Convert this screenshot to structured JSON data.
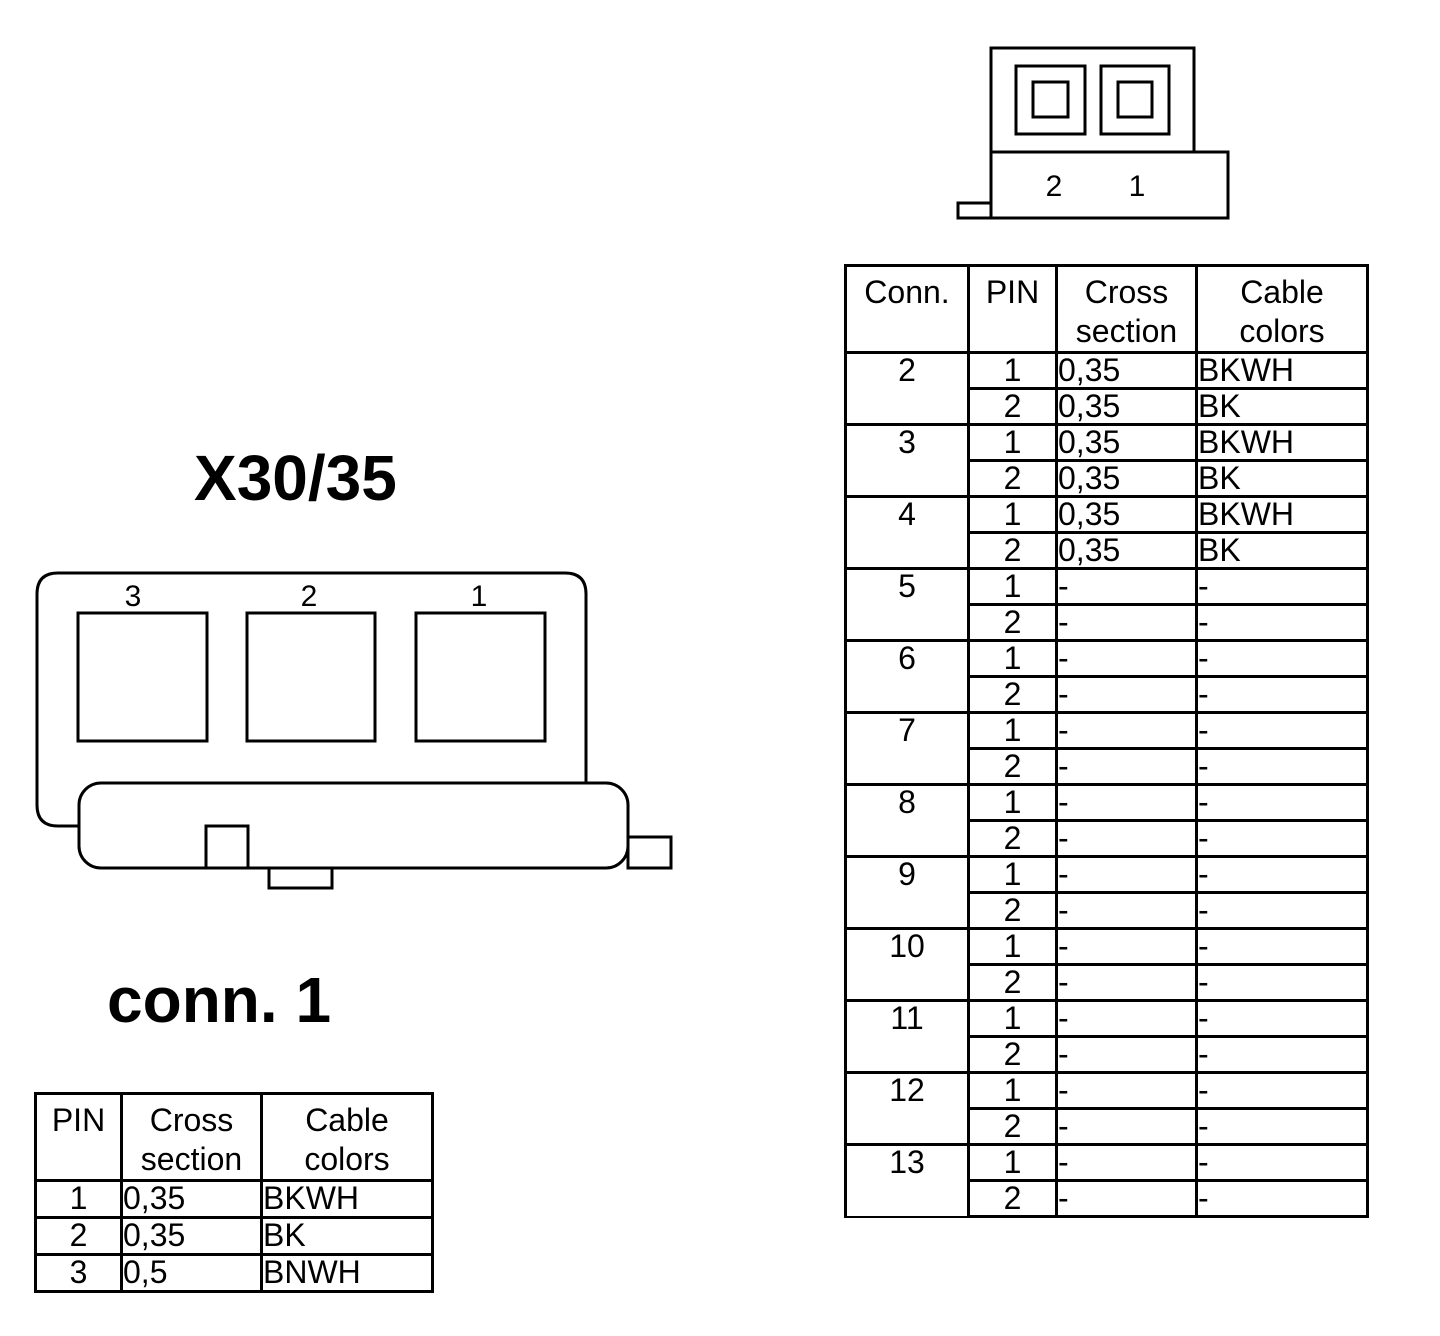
{
  "top_connector": {
    "pin_labels": [
      "2",
      "1"
    ]
  },
  "left_connector": {
    "title": "X30/35",
    "pin_labels": [
      "3",
      "2",
      "1"
    ],
    "subtitle": "conn. 1"
  },
  "small_table": {
    "headers": [
      "PIN",
      "Cross section",
      "Cable colors"
    ],
    "rows": [
      {
        "pin": "1",
        "cross": "0,35",
        "color": "BKWH"
      },
      {
        "pin": "2",
        "cross": "0,35",
        "color": "BK"
      },
      {
        "pin": "3",
        "cross": "0,5",
        "color": "BNWH"
      }
    ]
  },
  "big_table": {
    "headers": [
      "Conn.",
      "PIN",
      "Cross section",
      "Cable colors"
    ],
    "groups": [
      {
        "conn": "2",
        "pins": [
          {
            "pin": "1",
            "cross": "0,35",
            "color": "BKWH"
          },
          {
            "pin": "2",
            "cross": "0,35",
            "color": "BK"
          }
        ]
      },
      {
        "conn": "3",
        "pins": [
          {
            "pin": "1",
            "cross": "0,35",
            "color": "BKWH"
          },
          {
            "pin": "2",
            "cross": "0,35",
            "color": "BK"
          }
        ]
      },
      {
        "conn": "4",
        "pins": [
          {
            "pin": "1",
            "cross": "0,35",
            "color": "BKWH"
          },
          {
            "pin": "2",
            "cross": "0,35",
            "color": "BK"
          }
        ]
      },
      {
        "conn": "5",
        "pins": [
          {
            "pin": "1",
            "cross": "-",
            "color": "-"
          },
          {
            "pin": "2",
            "cross": "-",
            "color": "-"
          }
        ]
      },
      {
        "conn": "6",
        "pins": [
          {
            "pin": "1",
            "cross": "-",
            "color": "-"
          },
          {
            "pin": "2",
            "cross": "-",
            "color": "-"
          }
        ]
      },
      {
        "conn": "7",
        "pins": [
          {
            "pin": "1",
            "cross": "-",
            "color": "-"
          },
          {
            "pin": "2",
            "cross": "-",
            "color": "-"
          }
        ]
      },
      {
        "conn": "8",
        "pins": [
          {
            "pin": "1",
            "cross": "-",
            "color": "-"
          },
          {
            "pin": "2",
            "cross": "-",
            "color": "-"
          }
        ]
      },
      {
        "conn": "9",
        "pins": [
          {
            "pin": "1",
            "cross": "-",
            "color": "-"
          },
          {
            "pin": "2",
            "cross": "-",
            "color": "-"
          }
        ]
      },
      {
        "conn": "10",
        "pins": [
          {
            "pin": "1",
            "cross": "-",
            "color": "-"
          },
          {
            "pin": "2",
            "cross": "-",
            "color": "-"
          }
        ]
      },
      {
        "conn": "11",
        "pins": [
          {
            "pin": "1",
            "cross": "-",
            "color": "-"
          },
          {
            "pin": "2",
            "cross": "-",
            "color": "-"
          }
        ]
      },
      {
        "conn": "12",
        "pins": [
          {
            "pin": "1",
            "cross": "-",
            "color": "-"
          },
          {
            "pin": "2",
            "cross": "-",
            "color": "-"
          }
        ]
      },
      {
        "conn": "13",
        "pins": [
          {
            "pin": "1",
            "cross": "-",
            "color": "-"
          },
          {
            "pin": "2",
            "cross": "-",
            "color": "-"
          }
        ]
      }
    ]
  }
}
